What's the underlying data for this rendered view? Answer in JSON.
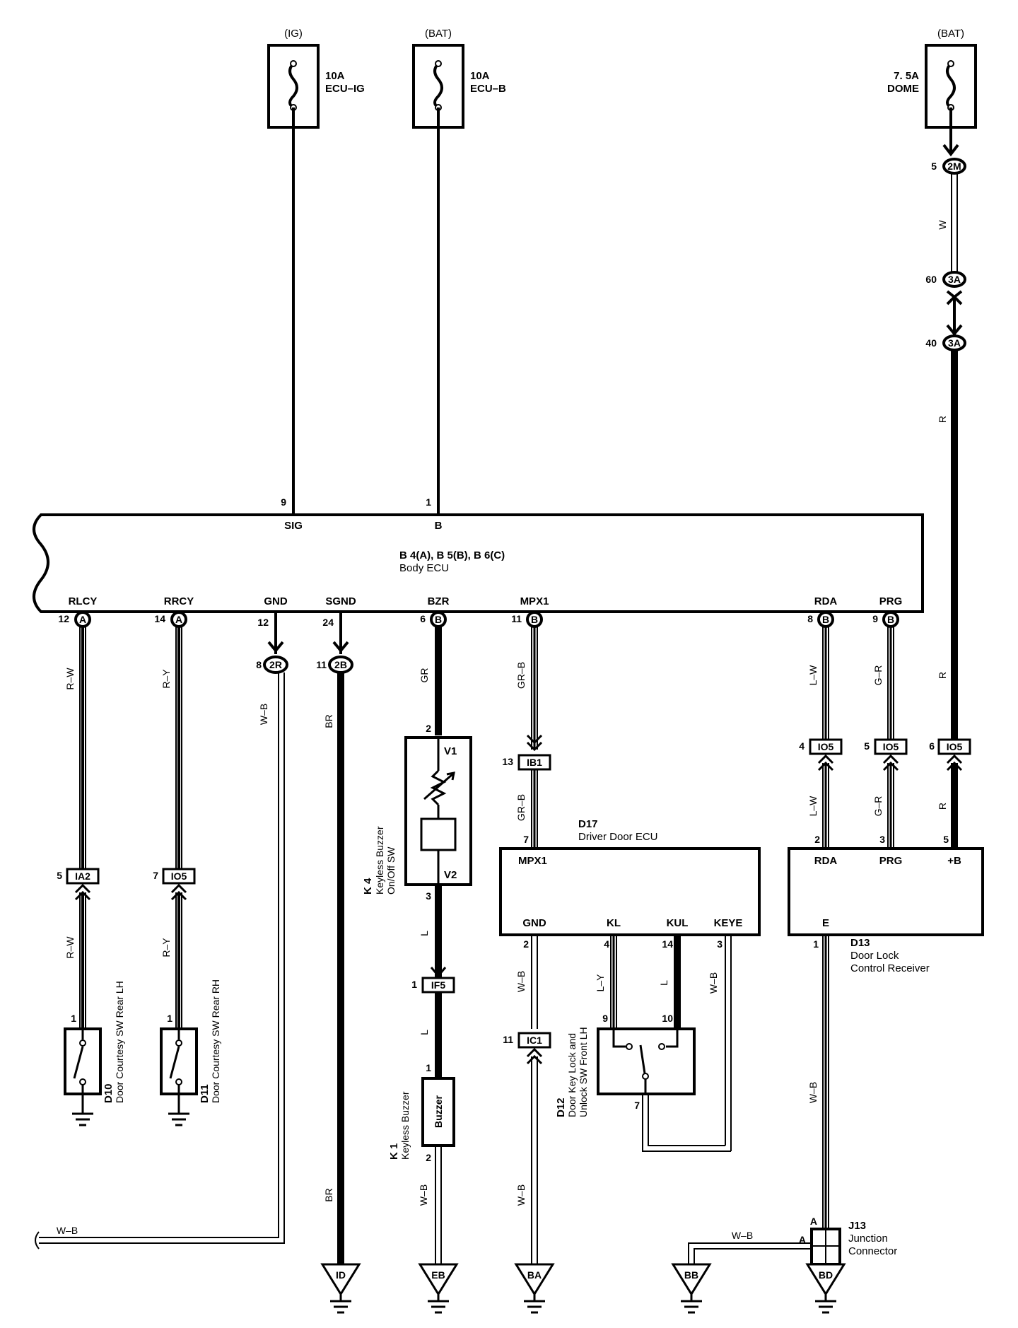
{
  "fuses": [
    {
      "id": "fuse-ig",
      "source": "(IG)",
      "rating": "10A",
      "name": "ECU–IG"
    },
    {
      "id": "fuse-bat",
      "source": "(BAT)",
      "rating": "10A",
      "name": "ECU–B"
    },
    {
      "id": "fuse-dome",
      "source": "(BAT)",
      "rating": "7. 5A",
      "name": "DOME"
    }
  ],
  "body_ecu": {
    "code": "B 4(A), B 5(B), B 6(C)",
    "name": "Body ECU",
    "top_pins": [
      {
        "term": "SIG",
        "pin": "9"
      },
      {
        "term": "B",
        "pin": "1"
      }
    ],
    "bottom_pins": [
      {
        "term": "RLCY",
        "pin": "12",
        "conn": "A"
      },
      {
        "term": "RRCY",
        "pin": "14",
        "conn": "A"
      },
      {
        "term": "GND",
        "pin": "12",
        "conn": ""
      },
      {
        "term": "SGND",
        "pin": "24",
        "conn": ""
      },
      {
        "term": "BZR",
        "pin": "6",
        "conn": "B"
      },
      {
        "term": "MPX1",
        "pin": "11",
        "conn": "B"
      },
      {
        "term": "RDA",
        "pin": "8",
        "conn": "B"
      },
      {
        "term": "PRG",
        "pin": "9",
        "conn": "B"
      }
    ]
  },
  "connectors": {
    "c2M": {
      "pin": "5",
      "label": "2M"
    },
    "c3A_60": {
      "pin": "60",
      "label": "3A"
    },
    "c3A_40": {
      "pin": "40",
      "label": "3A"
    },
    "c2R": {
      "pin": "8",
      "label": "2R"
    },
    "c2B": {
      "pin": "11",
      "label": "2B"
    },
    "IA2": {
      "pin": "5",
      "label": "IA2"
    },
    "IO5_rrcy": {
      "pin": "7",
      "label": "IO5"
    },
    "IB1": {
      "pin": "13",
      "label": "IB1"
    },
    "IF5": {
      "pin": "1",
      "label": "IF5"
    },
    "IC1": {
      "pin": "11",
      "label": "IC1"
    },
    "IO5_rda": {
      "pin": "4",
      "label": "IO5"
    },
    "IO5_prg": {
      "pin": "5",
      "label": "IO5"
    },
    "IO5_b": {
      "pin": "6",
      "label": "IO5"
    }
  },
  "wire_colors": {
    "W": "W",
    "R": "R",
    "R_W": "R–W",
    "R_Y": "R–Y",
    "W_B": "W–B",
    "BR": "BR",
    "GR": "GR",
    "GR_B": "GR–B",
    "L": "L",
    "L_W": "L–W",
    "G_R": "G–R",
    "L_Y": "L–Y"
  },
  "components": {
    "D10": {
      "code": "D10",
      "name": "Door Courtesy SW Rear LH",
      "pin": "1"
    },
    "D11": {
      "code": "D11",
      "name": "Door Courtesy SW Rear RH",
      "pin": "1"
    },
    "K4": {
      "code": "K 4",
      "name1": "Keyless Buzzer",
      "name2": "On/Off SW",
      "pin_in": "2",
      "pin_out": "3",
      "v1": "V1",
      "v2": "V2"
    },
    "K1": {
      "code": "K 1",
      "name": "Keyless Buzzer",
      "inner": "Buzzer",
      "pin_in": "1",
      "pin_out": "2"
    },
    "D17": {
      "code": "D17",
      "name": "Driver Door ECU",
      "mpx1": "MPX1",
      "mpx1_pin": "7",
      "gnd": "GND",
      "gnd_pin": "2",
      "kl": "KL",
      "kl_pin": "4",
      "kul": "KUL",
      "kul_pin": "14",
      "keye": "KEYE",
      "keye_pin": "3"
    },
    "D12": {
      "code": "D12",
      "name1": "Door Key Lock and",
      "name2": "Unlock SW Front LH",
      "pin9": "9",
      "pin10": "10",
      "pin7": "7"
    },
    "D13": {
      "code": "D13",
      "name1": "Door Lock",
      "name2": "Control Receiver",
      "rda": "RDA",
      "rda_pin": "2",
      "prg": "PRG",
      "prg_pin": "3",
      "b": "+B",
      "b_pin": "5",
      "e": "E",
      "e_pin": "1"
    },
    "J13": {
      "code": "J13",
      "name1": "Junction",
      "name2": "Connector",
      "pinA_top": "A",
      "pinA_left": "A"
    }
  },
  "grounds": [
    "ID",
    "EB",
    "BA",
    "BB",
    "BD"
  ]
}
